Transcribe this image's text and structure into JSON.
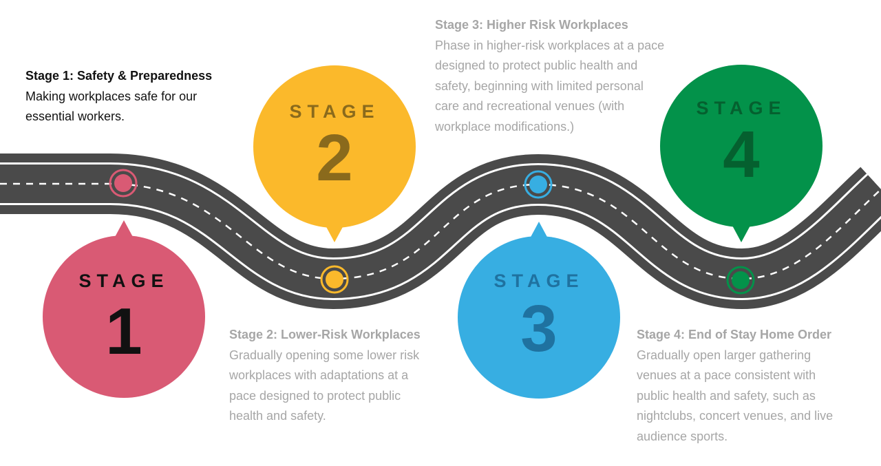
{
  "stages": [
    {
      "word": "STAGE",
      "number": "1",
      "color": "#d95a74",
      "text_color": "#111111",
      "title": "Stage 1: Safety & Preparedness",
      "lines": [
        "Making workplaces safe for our",
        "essential workers."
      ]
    },
    {
      "word": "STAGE",
      "number": "2",
      "color": "#fbb92b",
      "text_color": "#8a6a1c",
      "title": "Stage 2: Lower-Risk Workplaces",
      "lines": [
        "Gradually opening some lower risk",
        "workplaces with adaptations at a",
        "pace designed to protect public",
        "health and safety."
      ]
    },
    {
      "word": "STAGE",
      "number": "3",
      "color": "#37aee2",
      "text_color": "#1f72a0",
      "title": "Stage 3: Higher Risk Workplaces",
      "lines": [
        "Phase in higher-risk workplaces at a pace",
        "designed to protect public health and",
        "safety, beginning with limited personal",
        "care and recreational venues (with",
        "workplace modifications.)"
      ]
    },
    {
      "word": "STAGE",
      "number": "4",
      "color": "#03924a",
      "text_color": "#05602f",
      "title": "Stage 4: End of Stay Home Order",
      "lines": [
        "Gradually open larger gathering",
        "venues at a pace consistent with",
        "public health and safety, such as",
        "nightclubs, concert venues, and live",
        "audience sports."
      ]
    }
  ],
  "road": {
    "color": "#4a4a4a",
    "edge_color": "#ffffff"
  }
}
